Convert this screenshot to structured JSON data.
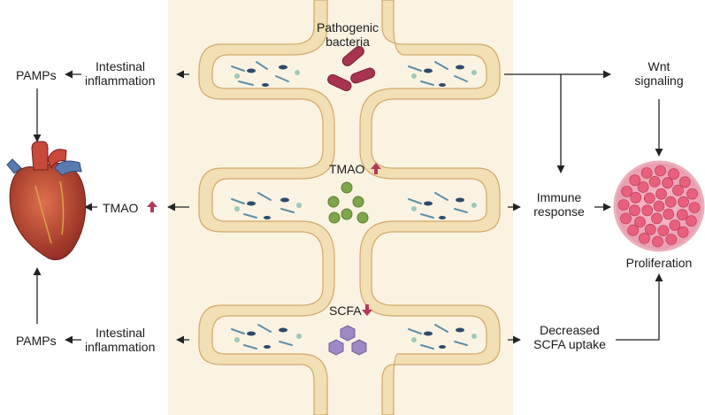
{
  "labels": {
    "pathogenic_bacteria_line1": "Pathogenic",
    "pathogenic_bacteria_line2": "bacteria",
    "pamps_top": "PAMPs",
    "pamps_bottom": "PAMPs",
    "intestinal_inflammation_top_line1": "Intestinal",
    "intestinal_inflammation_top_line2": "inflammation",
    "intestinal_inflammation_bottom_line1": "Intestinal",
    "intestinal_inflammation_bottom_line2": "inflammation",
    "tmao_left": "TMAO",
    "tmao_center": "TMAO",
    "scfa_center": "SCFA",
    "wnt_line1": "Wnt",
    "wnt_line2": "signaling",
    "immune_line1": "Immune",
    "immune_line2": "response",
    "proliferation": "Proliferation",
    "decreased_line1": "Decreased",
    "decreased_line2": "SCFA uptake"
  },
  "colors": {
    "tissue_fill": "#f3dfb4",
    "tissue_stroke": "#cfa96a",
    "background_panel": "#fbf3e2",
    "lumen": "#ffffff",
    "up_arrow": "#b13a5b",
    "down_arrow": "#b13a5b",
    "bacteria": "#a8344f",
    "tmao_particles": "#7fa64a",
    "scfa_particles": "#9b8ac4",
    "tumor": "#e46d86",
    "heart": "#b93a2f"
  },
  "icons": [
    "heart-icon",
    "tumor-cell-cluster-icon",
    "pathogenic-bacteria-icon",
    "tmao-molecule-icon",
    "scfa-molecule-icon",
    "intestinal-villi-icon"
  ]
}
